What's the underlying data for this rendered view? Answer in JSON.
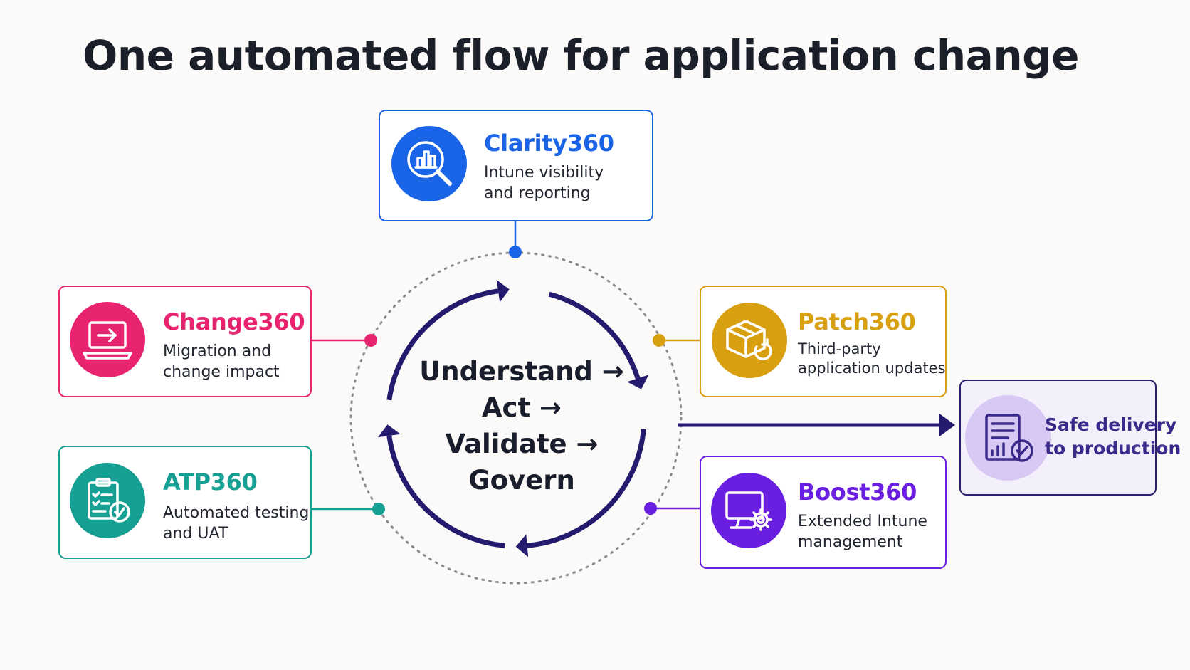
{
  "title": "One automated flow for application change",
  "center": {
    "lines": [
      "Understand →",
      "Act →",
      "Validate →",
      "Govern"
    ]
  },
  "modules": [
    {
      "id": "clarity",
      "name": "Clarity360",
      "desc": [
        "Intune visibility",
        "and reporting"
      ],
      "color": "#1a64e8",
      "icon": "analytics-magnifier-icon"
    },
    {
      "id": "change",
      "name": "Change360",
      "desc": [
        "Migration and",
        "change impact"
      ],
      "color": "#e8236f",
      "icon": "laptop-arrow-icon"
    },
    {
      "id": "atp",
      "name": "ATP360",
      "desc": [
        "Automated testing",
        "and UAT"
      ],
      "color": "#16a093",
      "icon": "clipboard-check-icon"
    },
    {
      "id": "patch",
      "name": "Patch360",
      "desc": [
        "Third-party",
        "application updates"
      ],
      "color": "#d8a011",
      "icon": "package-refresh-icon"
    },
    {
      "id": "boost",
      "name": "Boost360",
      "desc": [
        "Extended Intune",
        "management"
      ],
      "color": "#6a1fe0",
      "icon": "monitor-gear-icon"
    }
  ],
  "outcome": {
    "lines": [
      "Safe delivery",
      "to production"
    ],
    "icon": "document-chart-check-icon",
    "color": "#2e1f6e"
  },
  "cycle_color": "#241b6e"
}
